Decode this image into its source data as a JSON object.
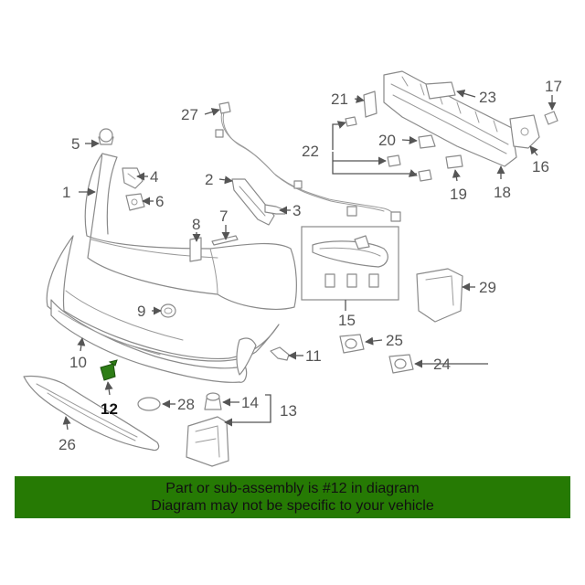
{
  "diagram": {
    "callouts": [
      "1",
      "2",
      "3",
      "4",
      "5",
      "6",
      "7",
      "8",
      "9",
      "10",
      "11",
      "12",
      "13",
      "14",
      "15",
      "16",
      "17",
      "18",
      "19",
      "20",
      "21",
      "22",
      "23",
      "24",
      "25",
      "26",
      "27",
      "28",
      "29"
    ],
    "highlight_callout": "12",
    "highlight_color": "#2e7d16"
  },
  "banner": {
    "line1": "Part or sub-assembly is #12 in diagram",
    "line2": "Diagram may not be specific to your vehicle",
    "background": "#267a04"
  }
}
